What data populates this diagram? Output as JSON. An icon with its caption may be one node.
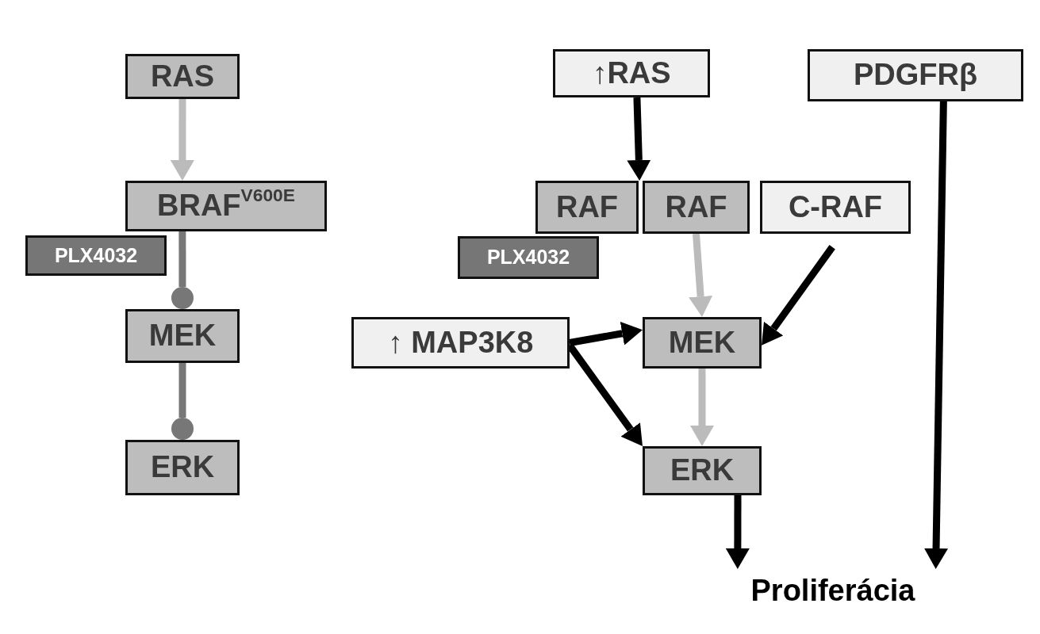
{
  "diagram": {
    "nodes": [
      {
        "text": [
          "RAS"
        ]
      },
      {
        "text": [
          "BRAF$^{V600E}$"
        ]
      },
      {
        "text": [
          "PLX4032"
        ]
      },
      {
        "text": [
          "MEK"
        ]
      },
      {
        "text": [
          "ERK"
        ]
      },
      {
        "text": [
          "↑RAS"
        ]
      },
      {
        "text": [
          "PDGFRβ"
        ]
      },
      {
        "text": [
          "RAF"
        ]
      },
      {
        "text": [
          "RAF"
        ]
      },
      {
        "text": [
          "C-RAF"
        ]
      },
      {
        "text": [
          "PLX4032"
        ]
      },
      {
        "text": [
          "↑ MAP3K8"
        ]
      },
      {
        "text": [
          "MEK"
        ]
      },
      {
        "text": [
          "ERK"
        ]
      },
      {
        "text": [
          "Proliferácia"
        ]
      }
    ],
    "edges": [
      {
        "from": 0,
        "to": 1,
        "arrow": "to",
        "color": "#bbbbbb"
      },
      {
        "from": 1,
        "to": 3,
        "arrow": "other",
        "color": "#777777"
      },
      {
        "from": 3,
        "to": 4,
        "arrow": "other",
        "color": "#777777"
      },
      {
        "from": 5,
        "to": 7,
        "arrow": "to"
      },
      {
        "from": 5,
        "to": 8,
        "arrow": "to"
      },
      {
        "from": 8,
        "to": 12,
        "arrow": "to",
        "color": "#bbbbbb"
      },
      {
        "from": 9,
        "to": 12,
        "arrow": "to"
      },
      {
        "from": 11,
        "to": 12,
        "arrow": "to"
      },
      {
        "from": 11,
        "to": 13,
        "arrow": "to"
      },
      {
        "from": 12,
        "to": 13,
        "arrow": "to",
        "color": "#bbbbbb"
      },
      {
        "from": 13,
        "to": 14,
        "arrow": "to"
      },
      {
        "from": 6,
        "to": 14,
        "arrow": "to"
      }
    ]
  }
}
